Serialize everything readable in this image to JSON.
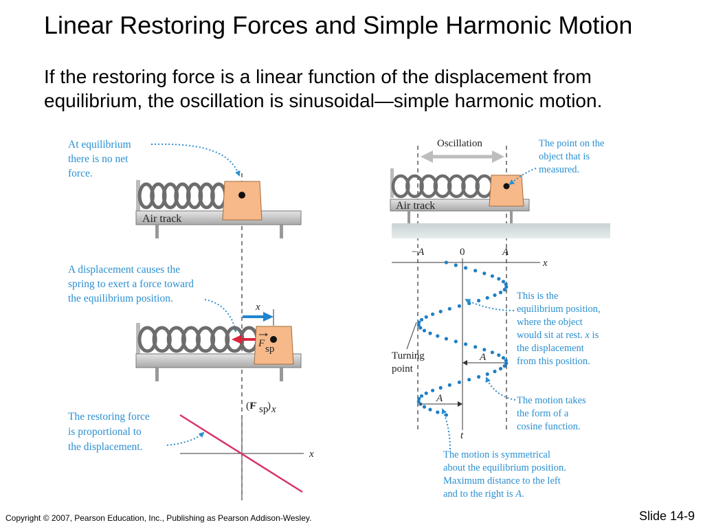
{
  "slide": {
    "title": "Linear Restoring Forces and Simple Harmonic Motion",
    "subtitle_line1": "If the restoring force is a linear function of the displacement from",
    "subtitle_line2": "equilibrium, the oscillation is sinusoidal—simple harmonic motion.",
    "copyright": "Copyright © 2007, Pearson Education, Inc., Publishing as Pearson Addison-Wesley.",
    "slide_number": "Slide 14-9"
  },
  "left_panel": {
    "equilibrium_note": [
      "At equilibrium",
      "there is no net",
      "force."
    ],
    "air_track_label_1": "Air track",
    "displacement_note": [
      "A displacement causes the",
      "spring to exert a force toward",
      "the equilibrium position."
    ],
    "x_arrow_label": "x",
    "force_label": "F",
    "force_subscript": "sp",
    "air_track_label_2": "Air track",
    "graph_ylabel": "(F",
    "graph_ylabel_sub": "sp",
    "graph_ylabel_end": ")",
    "graph_ylabel_x": "x",
    "graph_xlabel": "x",
    "restoring_note": [
      "The restoring force",
      "is proportional to",
      "the displacement."
    ]
  },
  "right_panel": {
    "oscillation_label": "Oscillation",
    "point_note": [
      "The point on the",
      "object that is",
      "measured."
    ],
    "air_track_label": "Air track",
    "tick_neg_a": "−A",
    "tick_zero": "0",
    "tick_a": "A",
    "x_axis_label": "x",
    "t_axis_label": "t",
    "equilibrium_note": [
      "This is the",
      "equilibrium position,",
      "where the object",
      "would sit at rest. ",
      "x",
      " is",
      "the displacement",
      "from this position."
    ],
    "turning_point_label": [
      "Turning",
      "point"
    ],
    "amplitude_label_1": "A",
    "amplitude_label_2": "A",
    "cosine_note": [
      "The motion takes",
      "the form of a",
      "cosine function."
    ],
    "symmetry_note": [
      "The motion is symmetrical",
      "about the equilibrium position.",
      "Maximum distance to the left",
      "and to the right is ",
      "A",
      "."
    ]
  },
  "colors": {
    "annotation_blue": "#2a8fd0",
    "dot_blue": "#1f7fc4",
    "block_orange": "#f7b98a",
    "force_red": "#d7263d",
    "graph_line": "#d6336c",
    "arrow_blue": "#1f86d0"
  }
}
